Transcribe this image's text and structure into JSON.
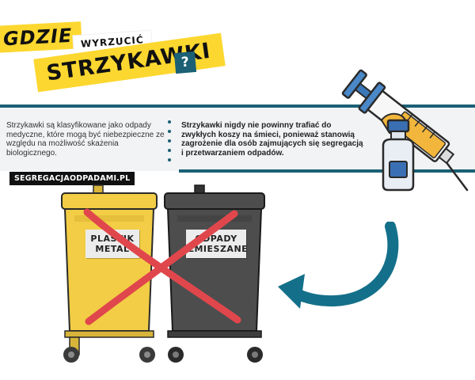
{
  "title": {
    "gdzie": "GDZIE",
    "wyrzucic": "WYRZUCIĆ",
    "strzykawki": "STRZYKAWKI",
    "question": "?"
  },
  "info": {
    "left": "Strzykawki są klasyfikowane jako odpady medyczne, które mogą być niebezpieczne ze względu na możliwość skażenia biologicznego.",
    "right": "Strzykawki nigdy nie powinny trafiać do zwykłych koszy na śmieci, ponieważ stanowią zagrożenie dla osób zajmujących się segregacją i przetwarzaniem odpadów."
  },
  "website": "SEGREGACJAODPADAMI.PL",
  "bins": {
    "yellow": {
      "line1": "PLASTIK",
      "line2": "METAL",
      "color": "#f2cd45"
    },
    "gray": {
      "line1": "ODPADY",
      "line2": "ZMIESZANE",
      "color": "#4d4d4d"
    }
  },
  "colors": {
    "accent": "#1b6075",
    "tag": "#fcd72f",
    "cross": "#e0474c",
    "arrow": "#14708a"
  },
  "icons": [
    "syringe-icon",
    "medicine-bottle-icon",
    "curved-arrow-icon",
    "cross-mark-icon"
  ]
}
